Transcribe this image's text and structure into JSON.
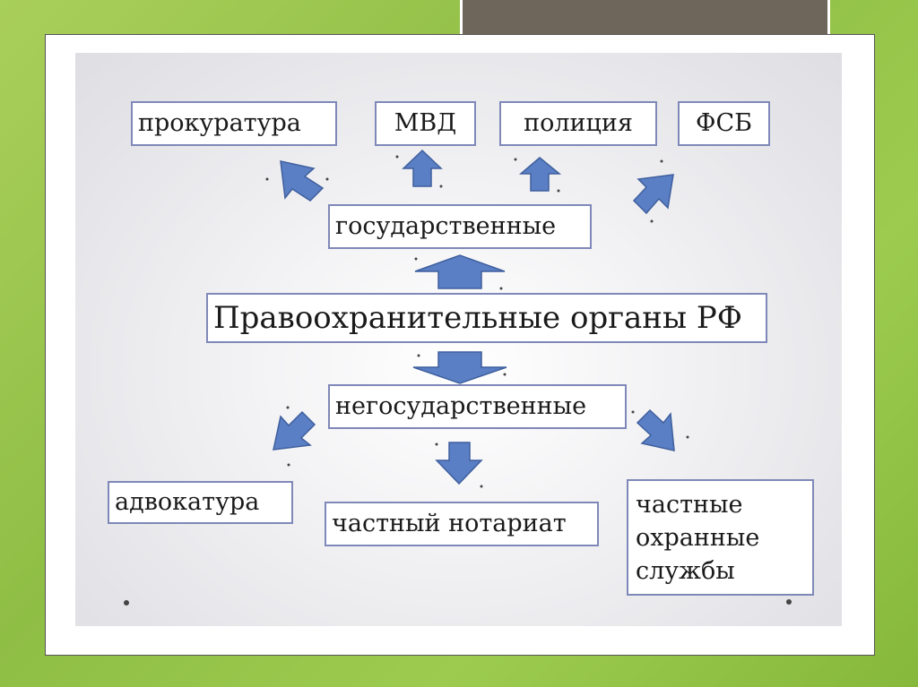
{
  "diagram": {
    "root": "Правоохранительные органы РФ",
    "state_branch": {
      "label": "государственные",
      "items": [
        "прокуратура",
        "МВД",
        "полиция",
        "ФСБ"
      ]
    },
    "nonstate_branch": {
      "label": "негосударственные",
      "items": [
        "адвокатура",
        "частный нотариат"
      ],
      "security_lines": [
        "частные",
        "охранные",
        "службы"
      ]
    }
  },
  "colors": {
    "arrow_fill": "#5a7fc4",
    "box_border": "#7f88b8",
    "frame_green": "#9ccb4f",
    "tab_brown": "#6e665a"
  }
}
